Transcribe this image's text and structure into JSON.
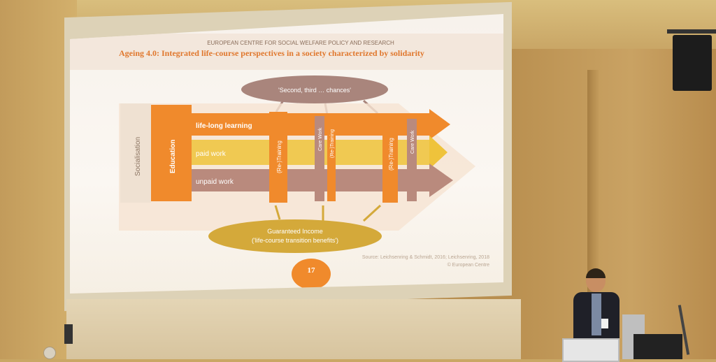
{
  "slide": {
    "header": "EUROPEAN CENTRE FOR SOCIAL WELFARE POLICY AND RESEARCH",
    "title": "Ageing 4.0: Integrated life-course perspectives in a society characterized by solidarity",
    "chances": "'Second, third … chances'",
    "socialisation": "Socialisation",
    "education": "Education",
    "lifelong_learning": "life-long learning",
    "paid_work": "paid work",
    "unpaid_work": "unpaid work",
    "retraining_1": "(Re-)Training",
    "care_work_1": "Care Work",
    "retraining_2": "(Re-)Training",
    "retraining_3": "(Re-)Training",
    "care_work_2": "Care Work",
    "guaranteed_income": "Guaranteed Income",
    "transition_benefits": "('life-course transition benefits')",
    "page_number": "17",
    "source": "Source: Leichsenring & Schmidt, 2016; Leichsenring, 2018",
    "copyright": "© European Centre"
  },
  "colors": {
    "orange": "#f08a2c",
    "yellow": "#efc33b",
    "mauve": "#b98a7d",
    "ellipse_mauve": "#a9857c",
    "ellipse_gold": "#d4a93a",
    "title_orange": "#e0782e"
  }
}
